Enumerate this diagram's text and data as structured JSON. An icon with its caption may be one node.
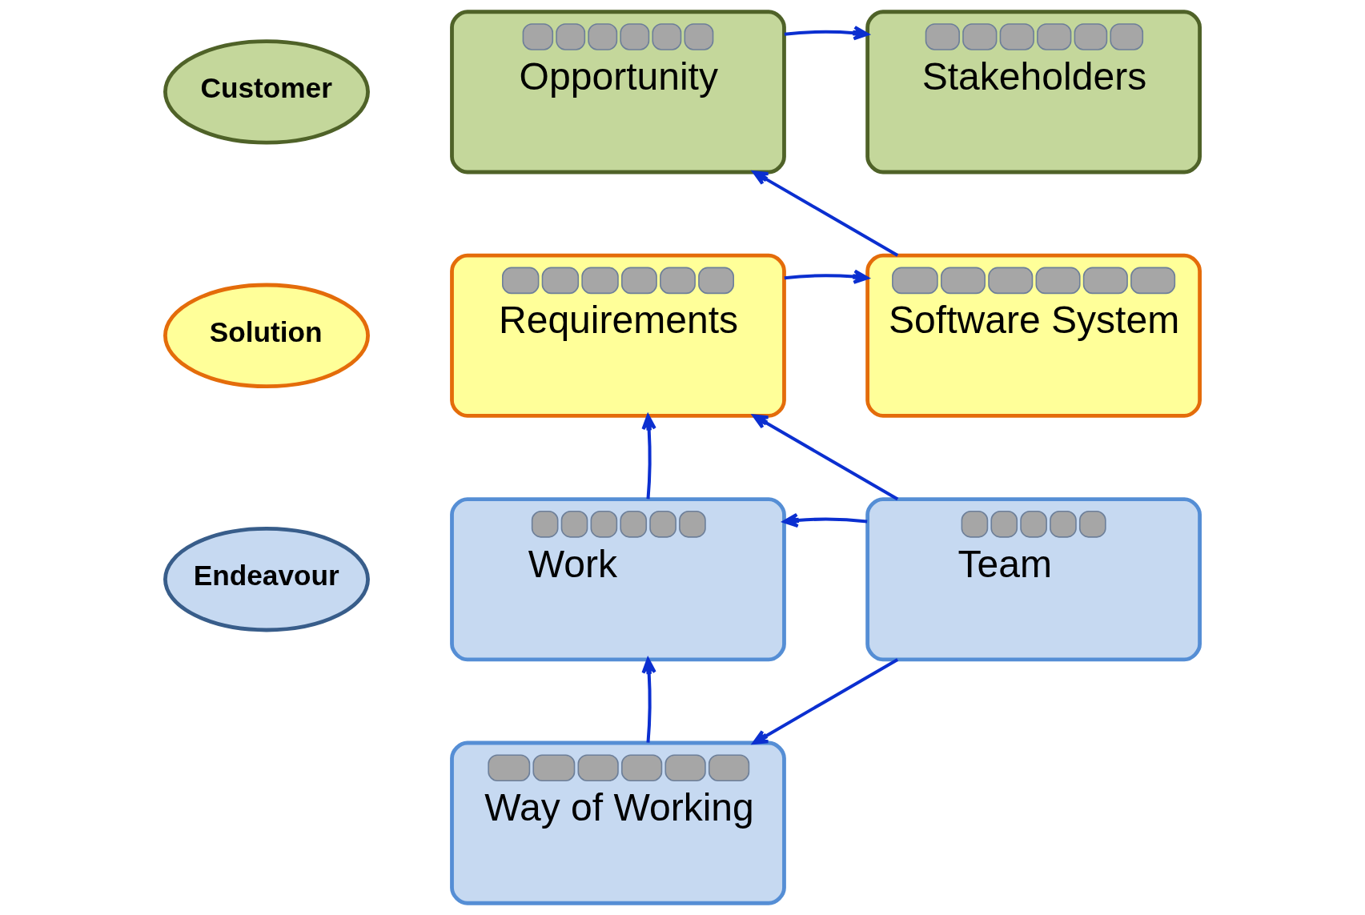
{
  "diagram": {
    "nodes": [
      {
        "text": [
          "Customer"
        ]
      },
      {
        "text": [
          "Opportunity"
        ]
      },
      {
        "text": [
          "Stakeholders"
        ]
      },
      {
        "text": [
          "Solution"
        ]
      },
      {
        "text": [
          "Requirements"
        ]
      },
      {
        "text": [
          "Software System"
        ]
      },
      {
        "text": [
          "Endeavour"
        ]
      },
      {
        "text": [
          "Work"
        ]
      },
      {
        "text": [
          "Team"
        ]
      },
      {
        "text": [
          "Way of Working"
        ]
      }
    ],
    "edges": [
      {
        "from": 1,
        "to": 2,
        "arrow": "to"
      },
      {
        "from": 5,
        "to": 1,
        "arrow": "to"
      },
      {
        "from": 4,
        "to": 5,
        "arrow": "to"
      },
      {
        "from": 7,
        "to": 4,
        "arrow": "to"
      },
      {
        "from": 8,
        "to": 4,
        "arrow": "to"
      },
      {
        "from": 8,
        "to": 7,
        "arrow": "to"
      },
      {
        "from": 9,
        "to": 7,
        "arrow": "to"
      },
      {
        "from": 8,
        "to": 9,
        "arrow": "to"
      }
    ]
  }
}
